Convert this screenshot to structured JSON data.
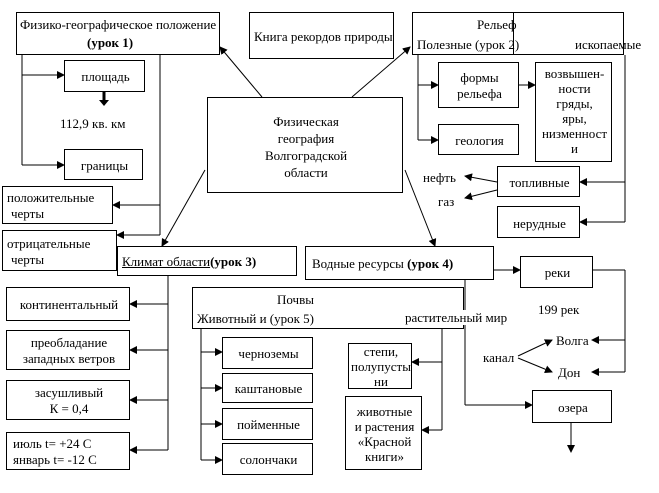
{
  "center": {
    "line1": "Физическая",
    "line2": "география",
    "line3": "Волгоградской",
    "line4": "области"
  },
  "geo_position": {
    "title": "Физико-географическое положение",
    "lesson": "(урок 1)"
  },
  "records_book": {
    "label": "Книга рекордов природы"
  },
  "relief": {
    "title": "Рельеф",
    "subtitle": "Полезные (урок 2)",
    "minerals": "ископаемые"
  },
  "area": {
    "label": "площадь",
    "value": "112,9 кв. км"
  },
  "borders": {
    "label": "границы"
  },
  "positive": {
    "line1": "положительные",
    "line2": "черты"
  },
  "negative": {
    "line1": "отрицательные",
    "line2": "черты"
  },
  "relief_forms": {
    "line1": "формы",
    "line2": "рельефа"
  },
  "geology": {
    "label": "геология"
  },
  "elevations": {
    "line1": "возвышен-",
    "line2": "ности",
    "line3": "гряды,",
    "line4": "яры,",
    "line5": "низменност",
    "line6": "и"
  },
  "fuel": {
    "label": "топливные",
    "items": [
      "нефть",
      "газ"
    ]
  },
  "nonmetal": {
    "label": "нерудные"
  },
  "climate": {
    "title": "Климат области",
    "lesson": "(урок 3)"
  },
  "water": {
    "title": "Водные ресурсы ",
    "lesson": "(урок 4)"
  },
  "climate_items": {
    "continental": "континентальный",
    "winds_line1": "преобладание",
    "winds_line2": "западных ветров",
    "arid_line1": "засушливый",
    "arid_line2": "К = 0,4",
    "temp_line1": "июль   t= +24 С",
    "temp_line2": "январь   t= -12 С"
  },
  "soils": {
    "title": "Почвы",
    "subtitle": "Животный  и (урок 5)",
    "flora": "растительный мир",
    "items": [
      "черноземы",
      "каштановые",
      "пойменные",
      "солончаки"
    ]
  },
  "steppe": {
    "line1": "степи,",
    "line2": "полупусты",
    "line3": "ни"
  },
  "red_book": {
    "line1": "животные",
    "line2": "и растения",
    "line3": "«Красной",
    "line4": "книги»"
  },
  "rivers": {
    "label": "реки",
    "count": "199 рек",
    "volga": "Волга",
    "don": "Дон",
    "canal": "канал"
  },
  "lakes": {
    "label": "озера"
  }
}
